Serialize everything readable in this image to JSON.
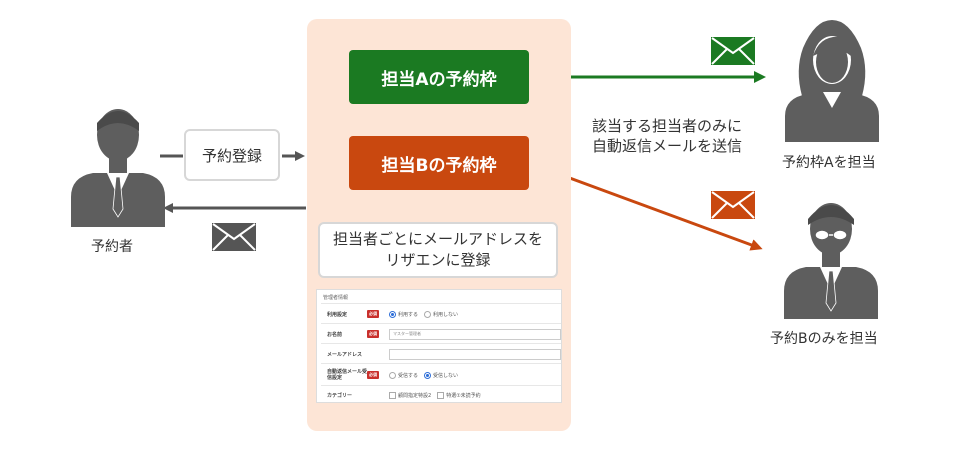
{
  "colors": {
    "slot_a": "#1b7a22",
    "slot_b": "#c9480f",
    "panel": "#fde5d6",
    "person": "#5e5e5e",
    "arrow_gray": "#555555"
  },
  "customer": {
    "label": "予約者",
    "icon": "person-icon"
  },
  "registration": {
    "label": "予約登録"
  },
  "slot_a": {
    "label": "担当Aの予約枠"
  },
  "slot_b": {
    "label": "担当Bの予約枠"
  },
  "note": {
    "line1": "担当者ごとにメールアドレスを",
    "line2": "リザエンに登録"
  },
  "notify": {
    "line1": "該当する担当者のみに",
    "line2": "自動返信メールを送信"
  },
  "staff_a": {
    "label": "予約枠Aを担当",
    "icon": "female-person-icon"
  },
  "staff_b": {
    "label": "予約Bのみを担当",
    "icon": "glasses-person-icon"
  },
  "form": {
    "title": "管理者情報",
    "required_badge": "必須",
    "rows": [
      {
        "label": "利用設定",
        "opt1": "利用する",
        "opt2": "利用しない"
      },
      {
        "label": "お名前",
        "value": "マスター管理者"
      },
      {
        "label": "メールアドレス"
      },
      {
        "label": "自動返信メール受信設定",
        "opt1": "受信する",
        "opt2": "受信しない"
      },
      {
        "label": "カテゴリー",
        "cat1": "顧問指定特設2",
        "cat2": "特選①未読予約"
      }
    ]
  }
}
